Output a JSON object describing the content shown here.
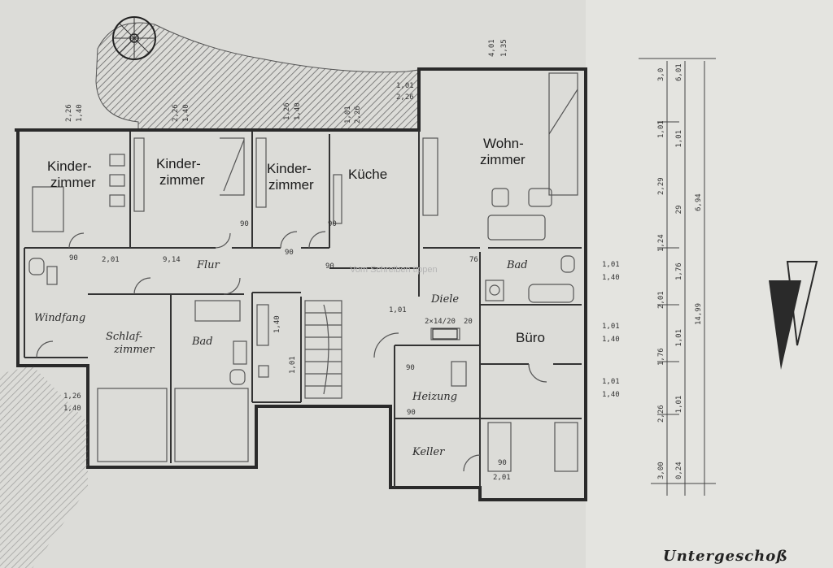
{
  "rooms": {
    "kinderzimmer_1": [
      "Kinder-",
      "zimmer"
    ],
    "kinderzimmer_2": [
      "Kinder-",
      "zimmer"
    ],
    "kinderzimmer_3": [
      "Kinder-",
      "zimmer"
    ],
    "kueche": "Küche",
    "wohnzimmer": [
      "Wohn-",
      "zimmer"
    ],
    "bad_top": "Bad",
    "diele": "Diele",
    "buero": "Büro",
    "flur": "Flur",
    "windfang": "Windfang",
    "schlafzimmer": [
      "Schlaf-",
      "zimmer"
    ],
    "bad_main": "Bad",
    "heizung": "Heizung",
    "keller": "Keller"
  },
  "title": "Untergeschoß",
  "watermark": "Vom Schreiben tippen",
  "annotations": {
    "heizung_size": "2×14/20",
    "heizung_small": "20",
    "heizung_door": "90"
  },
  "dimensions": {
    "window_1": [
      "2,26",
      "1,40"
    ],
    "window_2": [
      "2,26",
      "1,40"
    ],
    "window_3": [
      "1,26",
      "1,40"
    ],
    "window_kueche": [
      "1,01",
      "2,26"
    ],
    "window_balcony": [
      "1,01",
      "2,26"
    ],
    "top_right": [
      "4,01",
      "1,35"
    ],
    "bad_window": [
      "1,01",
      "1,40"
    ],
    "buero_window": [
      "1,01",
      "1,40"
    ],
    "heizung_window": [
      "1,01",
      "1,40"
    ],
    "windfang_window": [
      "1,26",
      "1,40"
    ],
    "stair_dim": [
      "1,40",
      "1,01"
    ],
    "keller_door": [
      "90",
      "2,01"
    ],
    "diele_door": "1,01",
    "door_90": [
      "90",
      "90",
      "90",
      "90",
      "90",
      "90"
    ],
    "door_76": "76",
    "wall_2_01": "2,01",
    "wall_9_14": "9,14",
    "right_col1": [
      "3,00",
      "2,26",
      "1,76",
      "2,01",
      "1,24",
      "2,29",
      "1,01",
      "3,0"
    ],
    "right_col2": [
      "0,24",
      "1,01",
      "1,01",
      "1,76",
      "29",
      "1,01",
      "6,01"
    ],
    "right_col3": [
      "14,99",
      "6,94"
    ]
  }
}
